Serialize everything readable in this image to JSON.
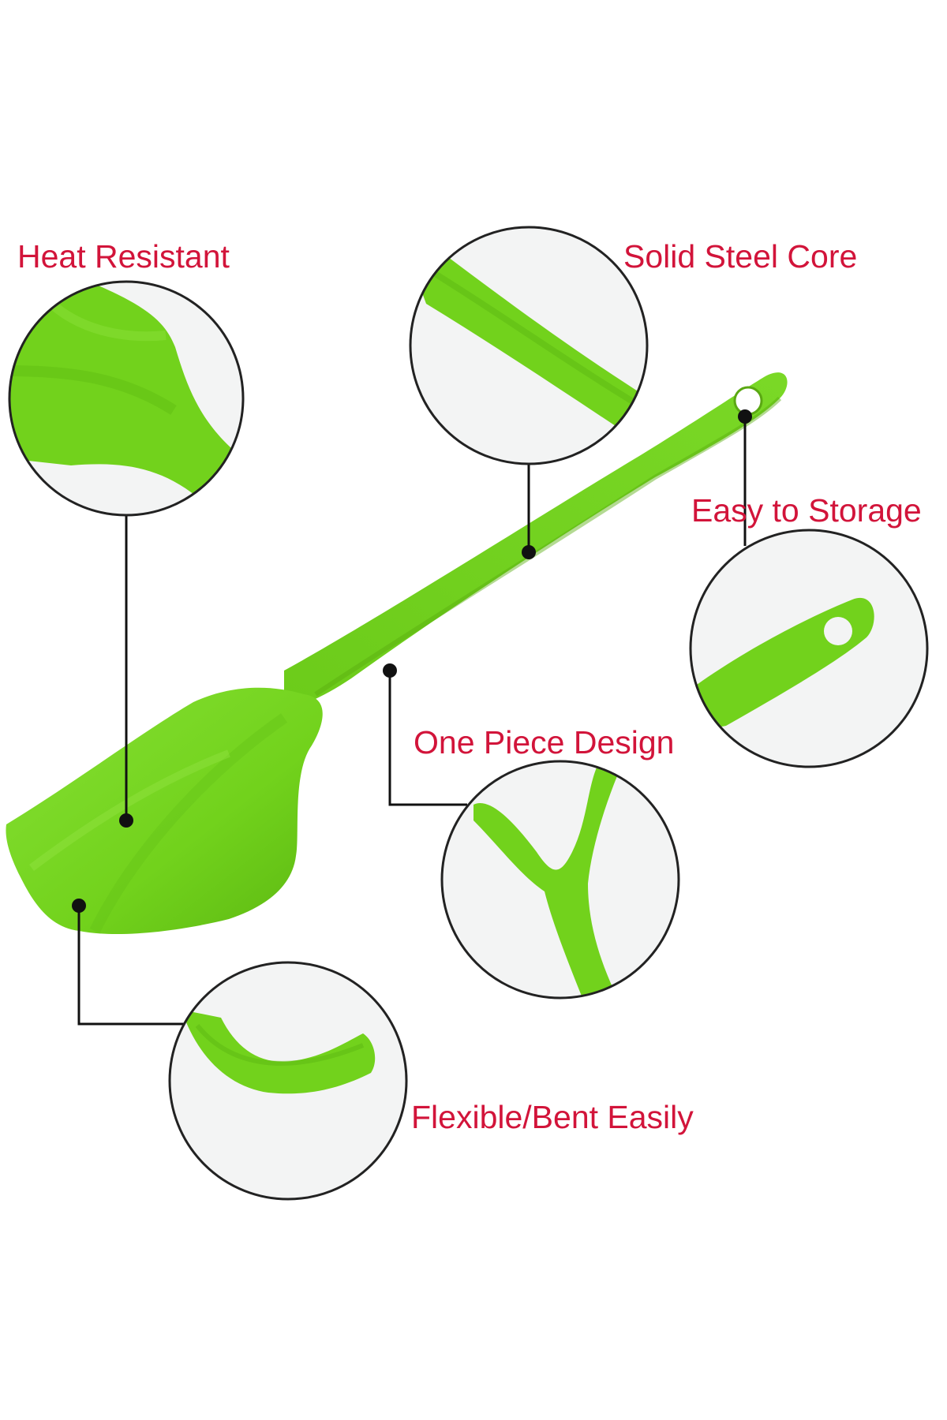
{
  "features": [
    {
      "id": "heat",
      "label": "Heat Resistant"
    },
    {
      "id": "steel",
      "label": "Solid Steel Core"
    },
    {
      "id": "storage",
      "label": "Easy to Storage"
    },
    {
      "id": "onepiece",
      "label": "One Piece Design"
    },
    {
      "id": "flexible",
      "label": "Flexible/Bent Easily"
    }
  ],
  "colors": {
    "label": "#d2143a",
    "spatula_green": "#72d21c",
    "spatula_light": "#8ae03a",
    "spatula_dark": "#52a80c",
    "line": "#111111",
    "circle_border": "#222222",
    "circle_bg": "#f3f4f4"
  }
}
